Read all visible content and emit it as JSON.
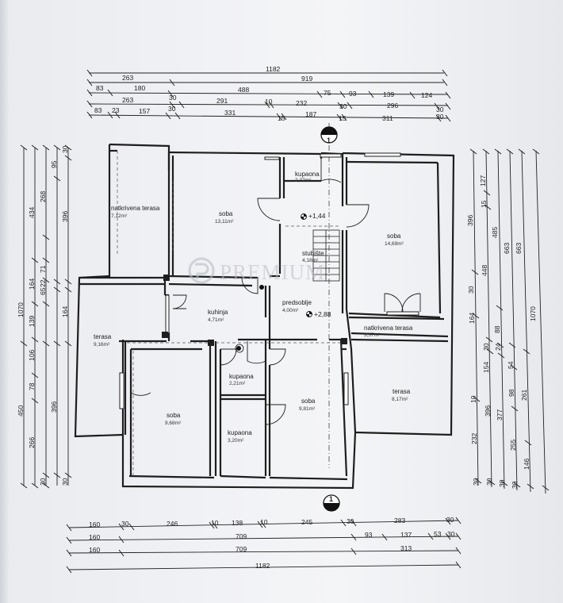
{
  "top_dims": {
    "row1": [
      "1182"
    ],
    "row2": [
      "263",
      "919"
    ],
    "row3": [
      "83",
      "180",
      "488",
      "75",
      "93",
      "139",
      "124"
    ],
    "row4": [
      "263",
      "30",
      "291",
      "10",
      "232",
      "30",
      "296",
      "30"
    ],
    "row5": [
      "83",
      "23",
      "157",
      "30",
      "331",
      "15",
      "187",
      "15",
      "311",
      "30"
    ]
  },
  "bottom_dims": {
    "row1": [
      "160",
      "30",
      "246",
      "10",
      "138",
      "10",
      "245",
      "30",
      "283",
      "30"
    ],
    "row2": [
      "160",
      "709",
      "93",
      "137",
      "53",
      "30"
    ],
    "row3": [
      "160",
      "709",
      "313"
    ],
    "row4": [
      "1182"
    ]
  },
  "left_dims": {
    "col_outer": [
      "1070",
      "450"
    ],
    "col2": [
      "434",
      "164",
      "139",
      "106",
      "78",
      "266"
    ],
    "col3": [
      "268",
      "22",
      "71",
      "65",
      "30",
      "396"
    ],
    "col4": [
      "95",
      "396",
      "30",
      "164",
      "30"
    ]
  },
  "right_dims": {
    "col1": [
      "396",
      "30",
      "164",
      "10",
      "232",
      "30"
    ],
    "col2": [
      "127",
      "15",
      "448",
      "30",
      "154",
      "396",
      "30"
    ],
    "col3": [
      "485",
      "88",
      "24",
      "377",
      "30"
    ],
    "col4": [
      "663",
      "54",
      "98",
      "255",
      "30"
    ],
    "col5": [
      "663",
      "261",
      "146"
    ],
    "col6": [
      "1070"
    ]
  },
  "section_marker": "1",
  "rooms": [
    {
      "name": "natkrivena terasa",
      "area": "7,12m²"
    },
    {
      "name": "soba",
      "area": "13,11m²"
    },
    {
      "name": "kupaona",
      "area": "2,37m²"
    },
    {
      "name": "soba",
      "area": "14,69m²"
    },
    {
      "name": "stubište",
      "area": "4,18m²"
    },
    {
      "name": "terasa",
      "area": "9,16m²"
    },
    {
      "name": "kuhinja",
      "area": "4,71m²"
    },
    {
      "name": "predsoblje",
      "area": "4,00m²"
    },
    {
      "name": "natkrivena terasa",
      "area": "3,37m²"
    },
    {
      "name": "kupaona",
      "area": "2,21m²"
    },
    {
      "name": "soba",
      "area": "9,68m²"
    },
    {
      "name": "soba",
      "area": "9,81m²"
    },
    {
      "name": "terasa",
      "area": "8,17m²"
    },
    {
      "name": "kupaona",
      "area": "3,20m²"
    }
  ],
  "levels": [
    "+1,44",
    "+2,88"
  ],
  "watermark": "PREMIUM",
  "colors": {
    "line": "#1e1e1e",
    "paper": "#f2f3f6",
    "watermark": "#b8bcc4"
  }
}
